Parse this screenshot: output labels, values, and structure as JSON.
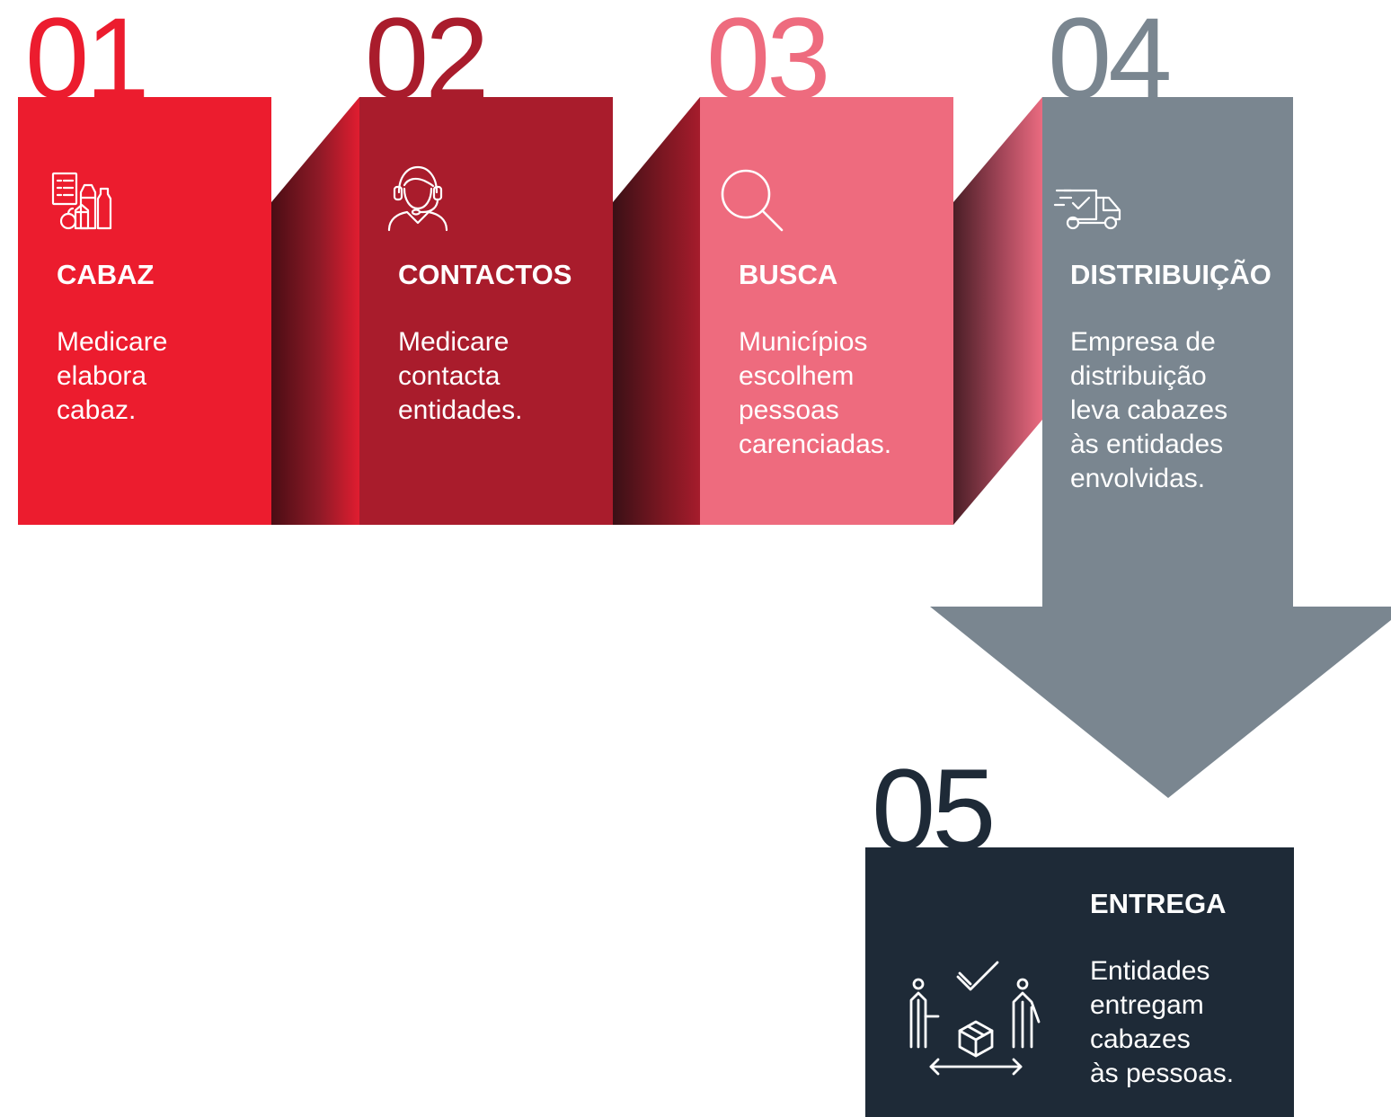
{
  "colors": {
    "step1": "#ec1c2e",
    "step2": "#a91c2c",
    "step3": "#ee6b7e",
    "step4": "#7a8690",
    "step5": "#1e2a37",
    "text": "#ffffff"
  },
  "steps": [
    {
      "number": "01",
      "title": "CABAZ",
      "description": "Medicare\nelabora\ncabaz.",
      "icon": "food-basket-icon"
    },
    {
      "number": "02",
      "title": "CONTACTOS",
      "description": "Medicare\ncontacta\nentidades.",
      "icon": "headset-agent-icon"
    },
    {
      "number": "03",
      "title": "BUSCA",
      "description": "Municípios\nescolhem\npessoas\ncarenciadas.",
      "icon": "magnifier-icon"
    },
    {
      "number": "04",
      "title": "DISTRIBUIÇÃO",
      "description": "Empresa de\ndistribuição\nleva cabazes\nàs entidades\nenvolvidas.",
      "icon": "delivery-truck-icon"
    },
    {
      "number": "05",
      "title": "ENTREGA",
      "description": "Entidades\nentregam\ncabazes\nàs pessoas.",
      "icon": "handover-icon"
    }
  ]
}
